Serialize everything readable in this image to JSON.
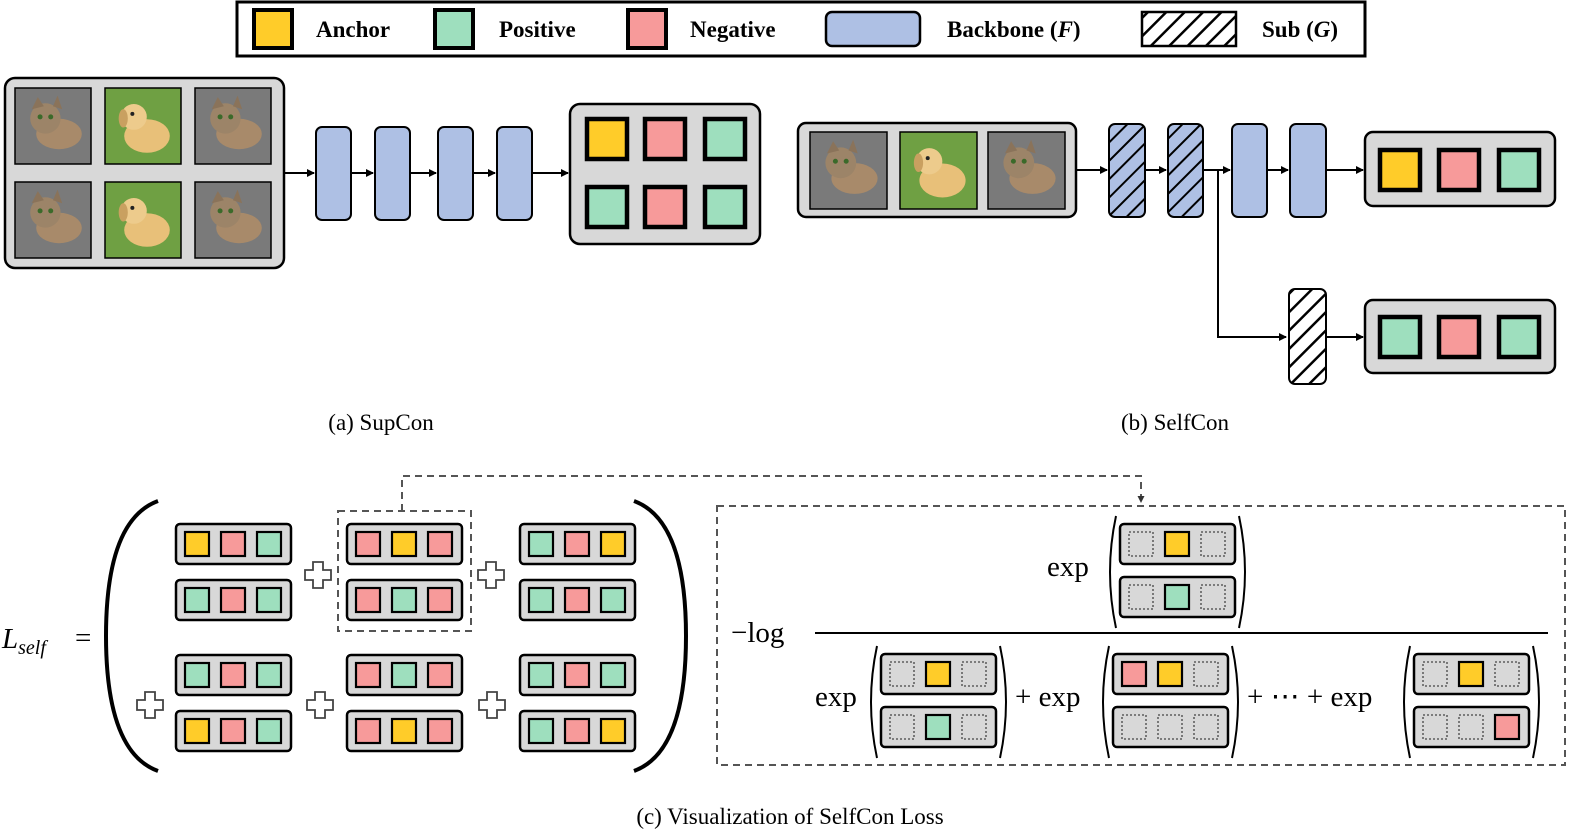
{
  "legend": {
    "anchor": "Anchor",
    "positive": "Positive",
    "negative": "Negative",
    "backbone": "Backbone",
    "backbone_symbol": "F",
    "sub": "Sub",
    "sub_symbol": "G"
  },
  "colors": {
    "anchor": "#FFCC29",
    "positive": "#9EDFBE",
    "negative": "#F79A9A",
    "backbone": "#AEC0E4",
    "container": "#D8D8D8",
    "stroke": "#000000"
  },
  "captions": {
    "a": "(a) SupCon",
    "b": "(b) SelfCon",
    "c": "(c) Visualization of SelfCon Loss"
  },
  "equation": {
    "lhs_main": "L",
    "lhs_sub": "self",
    "equals": "=",
    "neg_log": "−log",
    "exp": "exp",
    "plus_exp": "+ exp",
    "dots_plus_exp": "+  ⋯ + exp"
  },
  "image_icons": [
    "cat-photo-icon",
    "dog-photo-icon",
    "cat-photo-icon",
    "cat-photo-icon",
    "dog-photo-icon",
    "cat-photo-icon"
  ],
  "supcon_outputs": [
    [
      "anchor",
      "negative",
      "positive"
    ],
    [
      "positive",
      "negative",
      "positive"
    ]
  ],
  "selfcon_outputs": [
    [
      "anchor",
      "negative",
      "positive"
    ],
    [
      "positive",
      "negative",
      "positive"
    ]
  ],
  "loss_matrix": [
    [
      [
        "anchor",
        "negative",
        "positive"
      ],
      [
        "positive",
        "negative",
        "positive"
      ]
    ],
    [
      [
        "negative",
        "anchor",
        "negative"
      ],
      [
        "negative",
        "positive",
        "negative"
      ]
    ],
    [
      [
        "positive",
        "negative",
        "anchor"
      ],
      [
        "positive",
        "negative",
        "positive"
      ]
    ],
    [
      [
        "positive",
        "negative",
        "positive"
      ],
      [
        "anchor",
        "negative",
        "positive"
      ]
    ],
    [
      [
        "negative",
        "positive",
        "negative"
      ],
      [
        "negative",
        "anchor",
        "negative"
      ]
    ],
    [
      [
        "positive",
        "negative",
        "positive"
      ],
      [
        "positive",
        "negative",
        "anchor"
      ]
    ]
  ],
  "fraction": {
    "numerator": [
      [
        "empty",
        "anchor",
        "empty"
      ],
      [
        "empty",
        "positive",
        "empty"
      ]
    ],
    "denominator_terms": [
      [
        [
          "empty",
          "anchor",
          "empty"
        ],
        [
          "empty",
          "positive",
          "empty"
        ]
      ],
      [
        [
          "negative",
          "anchor",
          "empty"
        ],
        [
          "empty",
          "empty",
          "empty"
        ]
      ],
      [
        [
          "empty",
          "anchor",
          "empty"
        ],
        [
          "empty",
          "empty",
          "negative"
        ]
      ]
    ]
  }
}
